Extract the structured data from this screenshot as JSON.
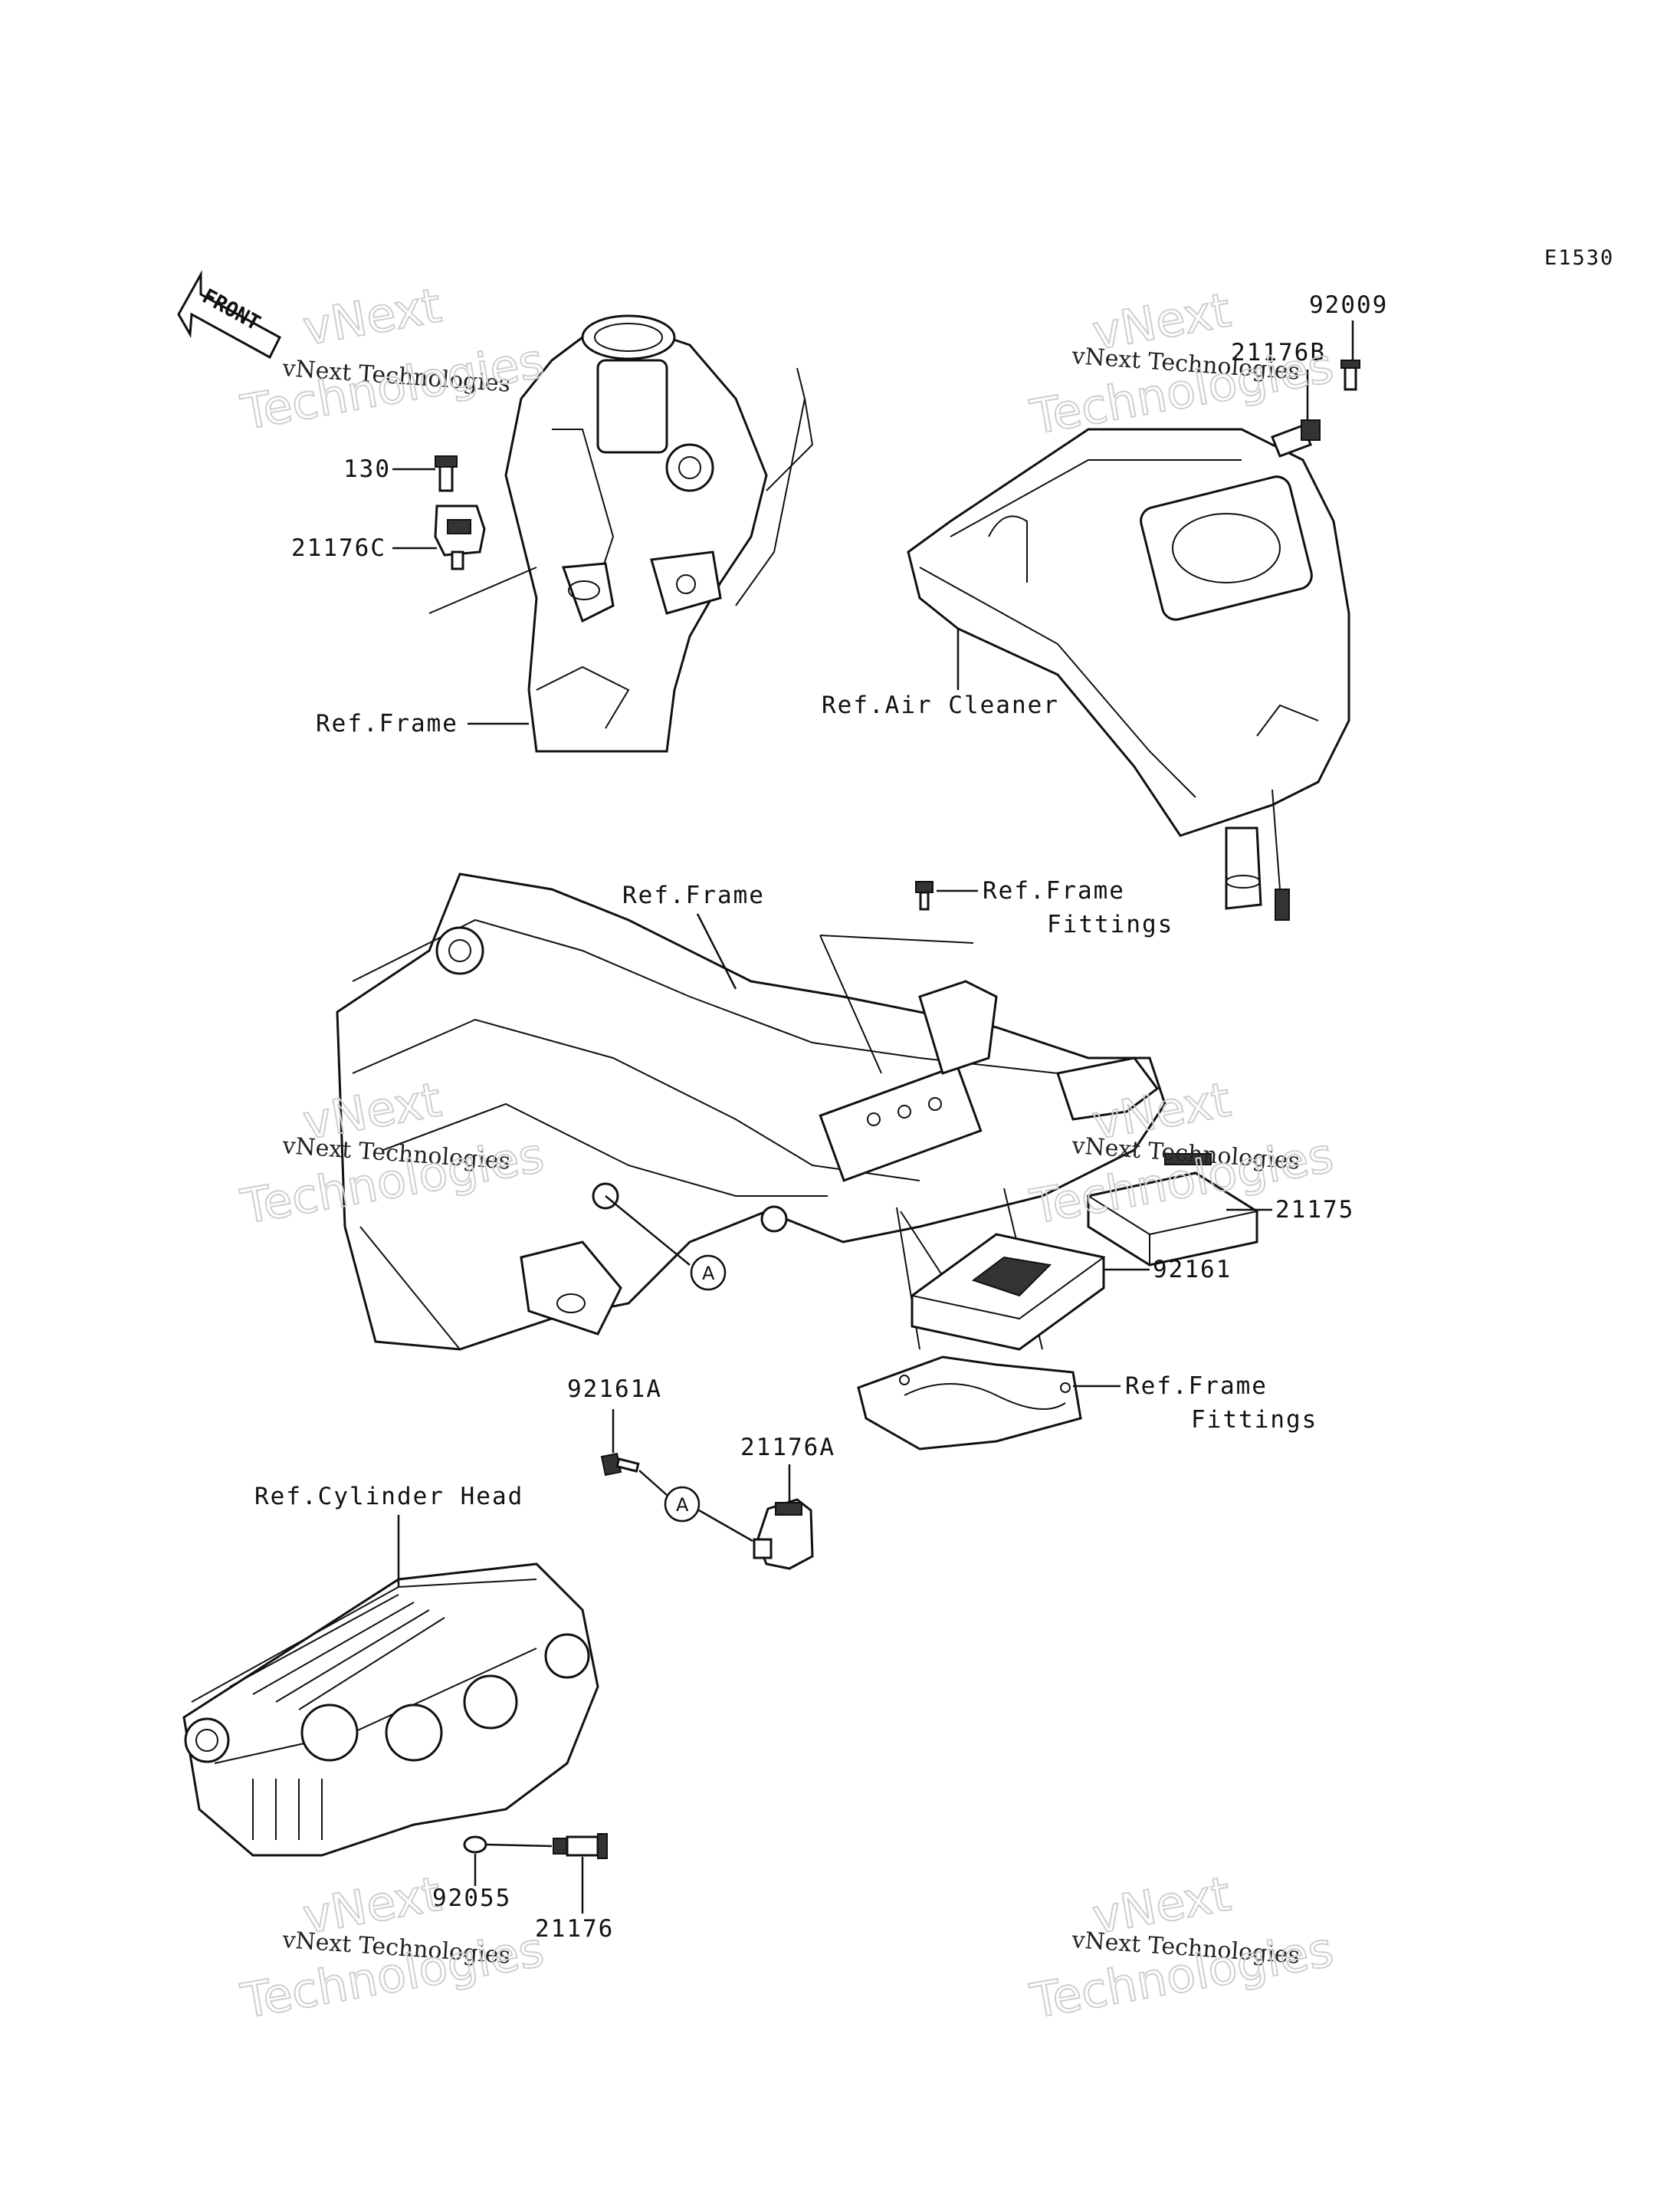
{
  "diagram_code": "E1530",
  "front_arrow_text": "FRONT",
  "callout_letter": "A",
  "labels": {
    "p92009": "92009",
    "p21176B": "21176B",
    "p130": "130",
    "p21176C": "21176C",
    "ref_frame_top": "Ref.Frame",
    "ref_air_cleaner": "Ref.Air Cleaner",
    "ref_frame_mid": "Ref.Frame",
    "ref_frame_fittings_1a": "Ref.Frame",
    "ref_frame_fittings_1b": "Fittings",
    "p21175": "21175",
    "p92161": "92161",
    "ref_frame_fittings_2a": "Ref.Frame",
    "ref_frame_fittings_2b": "Fittings",
    "p92161A": "92161A",
    "p21176A": "21176A",
    "ref_cylinder_head": "Ref.Cylinder Head",
    "p92055": "92055",
    "p21176": "21176"
  },
  "watermark": {
    "line1": "vNext Technologies",
    "line2": "vNext",
    "line3": "Technologies"
  }
}
